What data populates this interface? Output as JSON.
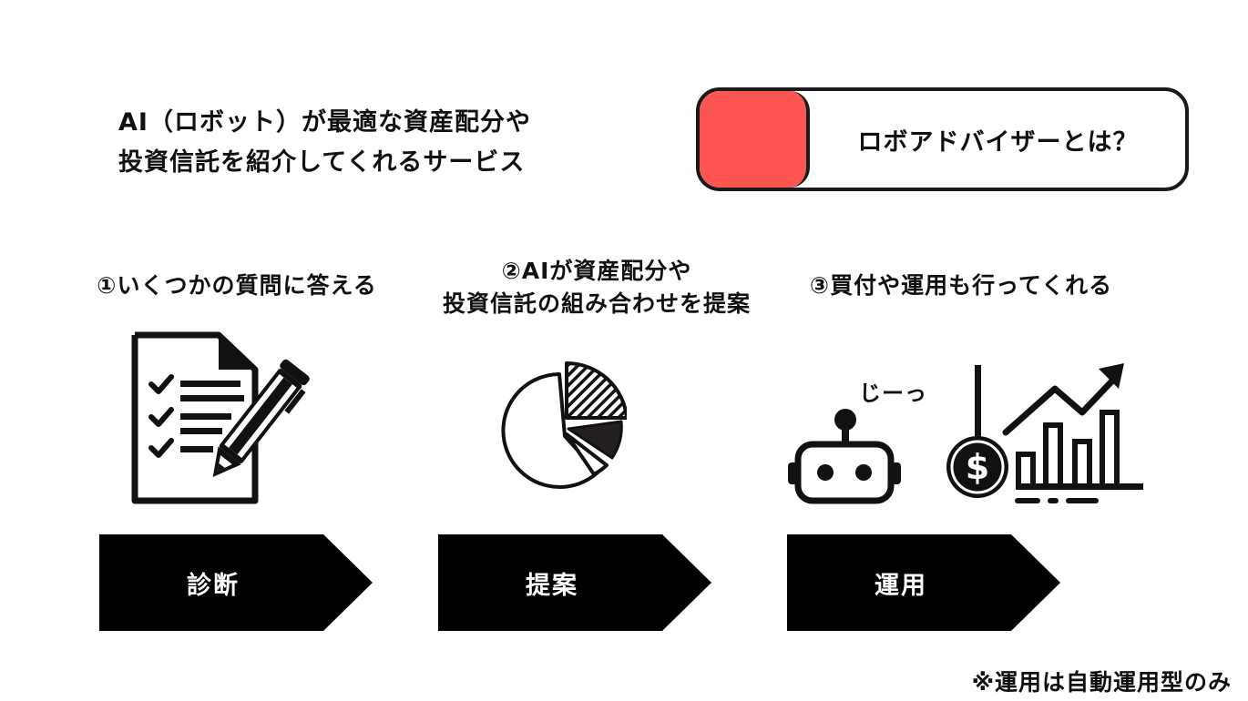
{
  "intro": {
    "line1": "AI（ロボット）が最適な資産配分や",
    "line2": "投資信託を紹介してくれるサービス"
  },
  "title": {
    "text": "ロボアドバイザーとは？",
    "accent_color": "#ff5552"
  },
  "steps": [
    {
      "label_lines": [
        "①いくつかの質問に答える"
      ],
      "icon": "checklist-pen-icon",
      "arrow_label": "診断"
    },
    {
      "label_lines": [
        "②AIが資産配分や",
        "投資信託の組み合わせを提案"
      ],
      "icon": "pie-chart-icon",
      "arrow_label": "提案"
    },
    {
      "label_lines": [
        "③買付や運用も行ってくれる"
      ],
      "icon": "robot-icon",
      "icon2": "dollar-growth-chart-icon",
      "arrow_label": "運用",
      "robot_caption": "じーっ"
    }
  ],
  "footnote": "※運用は自動運用型のみ",
  "colors": {
    "ink": "#111111",
    "arrow_fill": "#000000"
  }
}
